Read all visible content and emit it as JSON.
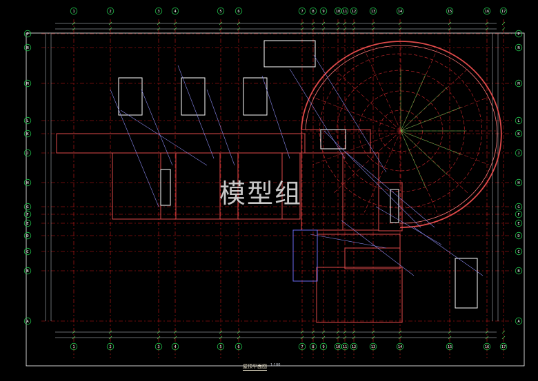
{
  "drawing": {
    "title": "屋顶平面图",
    "scale": "1:100",
    "watermark": "模型组",
    "colors": {
      "background": "#000000",
      "frame": "#ffffff",
      "grid_dashed": "#d01a1a",
      "walls": "#e04a4a",
      "walls_inner": "#ff7b7b",
      "dimension": "#7fd7ff",
      "leader": "#8a8af0",
      "axis_bubble": "#21c34c",
      "annotation": "#57d657"
    }
  },
  "axes": {
    "top": [
      "1",
      "2",
      "3",
      "4",
      "5",
      "6",
      "7",
      "8",
      "9",
      "10",
      "11",
      "12",
      "13",
      "14",
      "15",
      "16",
      "17"
    ],
    "bottom": [
      "1",
      "2",
      "3",
      "4",
      "5",
      "6",
      "7",
      "8",
      "9",
      "10",
      "11",
      "12",
      "13",
      "14",
      "15",
      "16",
      "17"
    ],
    "left": [
      "P",
      "N",
      "M",
      "L",
      "K",
      "J",
      "H",
      "G",
      "F",
      "E",
      "D",
      "C",
      "B",
      "A"
    ],
    "right": [
      "P",
      "N",
      "M",
      "L",
      "K",
      "J",
      "H",
      "G",
      "F",
      "E",
      "D",
      "C",
      "B",
      "A"
    ]
  }
}
